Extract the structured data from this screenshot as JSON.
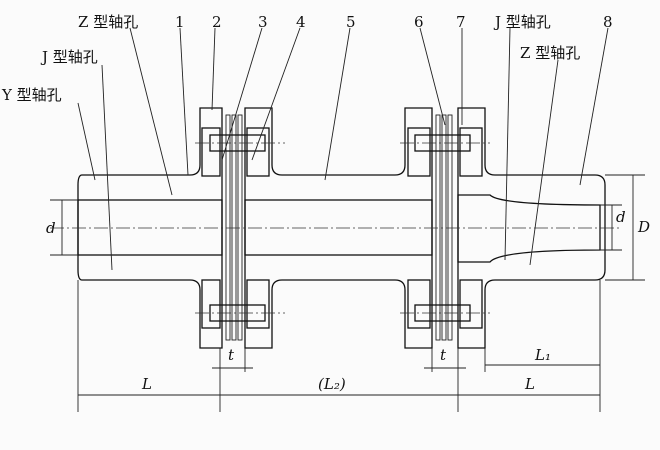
{
  "labels": {
    "z_bore_left": "Z 型轴孔",
    "j_bore_left": "J 型轴孔",
    "y_bore_left": "Y 型轴孔",
    "j_bore_right": "J 型轴孔",
    "z_bore_right": "Z 型轴孔"
  },
  "part_numbers": [
    "1",
    "2",
    "3",
    "4",
    "5",
    "6",
    "7",
    "8"
  ],
  "dimensions": {
    "d_left": "d",
    "d_right": "d",
    "D": "D",
    "t_left": "t",
    "t_right": "t",
    "L_left": "L",
    "L2": "(L₂)",
    "L_right": "L",
    "L1": "L₁"
  }
}
